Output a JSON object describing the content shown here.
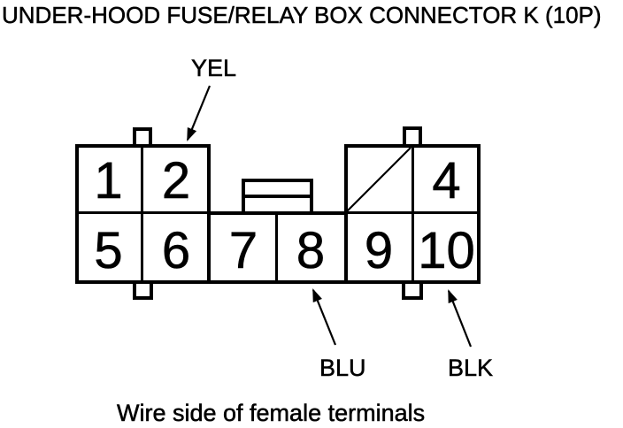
{
  "title": "UNDER-HOOD FUSE/RELAY BOX CONNECTOR K (10P)",
  "caption": "Wire side of female terminals",
  "colors": {
    "ink": "#000000",
    "paper": "#ffffff"
  },
  "connector": {
    "name": "K",
    "pin_count_label": "10P",
    "top_row_pins": [
      {
        "label": "1"
      },
      {
        "label": "2"
      },
      {
        "label": "4"
      }
    ],
    "bottom_row_pins": [
      {
        "label": "5"
      },
      {
        "label": "6"
      },
      {
        "label": "7"
      },
      {
        "label": "8"
      },
      {
        "label": "9"
      },
      {
        "label": "10"
      }
    ],
    "blocked_cell": "empty cell between pins 2 and 4 crossed with diagonal (no pin 3)",
    "wire_labels": [
      {
        "label": "YEL",
        "points_to_pin": "2"
      },
      {
        "label": "BLU",
        "points_to_pin": "8"
      },
      {
        "label": "BLK",
        "points_to_pin": "10"
      }
    ]
  }
}
